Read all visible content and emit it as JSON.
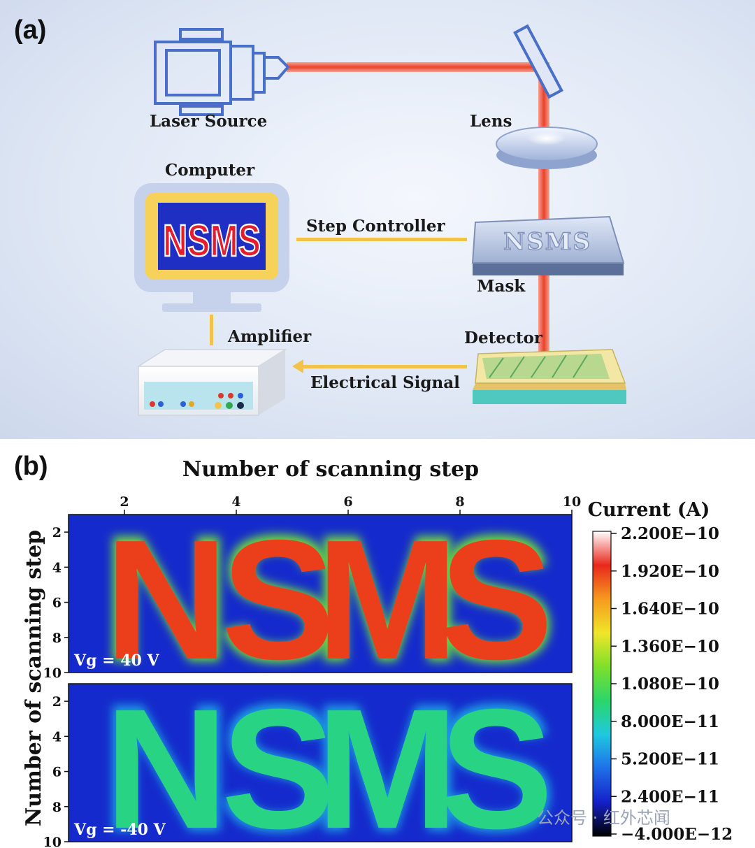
{
  "panel_a": {
    "label": "(a)",
    "labels": {
      "laser_source": "Laser Source",
      "lens": "Lens",
      "computer": "Computer",
      "step_controller": "Step Controller",
      "mask": "Mask",
      "amplifier": "Amplifier",
      "detector": "Detector",
      "electrical_signal": "Electrical Signal"
    },
    "screen_text": "NSMS",
    "mask_text": "NSMS",
    "colors": {
      "beam": "#e8432a",
      "link": "#f2c34a",
      "outline": "#4a6fc9",
      "screen_bg": "#1f2fc4",
      "screen_text": "#e31c2e"
    }
  },
  "panel_b": {
    "label": "(b)",
    "watermark": "公众号 · 红外芯闻"
  },
  "chart_data": {
    "type": "heatmap",
    "title": "Number of scanning step",
    "xlabel": "",
    "ylabel": "Number of scanning step",
    "x_ticks": [
      "2",
      "4",
      "6",
      "8",
      "10"
    ],
    "y_ticks": [
      "2",
      "4",
      "6",
      "8",
      "10"
    ],
    "xlim": [
      1,
      10
    ],
    "ylim": [
      1,
      10
    ],
    "colorbar": {
      "title": "Current (A)",
      "ticks": [
        "2.200E−10",
        "1.920E−10",
        "1.640E−10",
        "1.360E−10",
        "1.080E−10",
        "8.000E−11",
        "5.200E−11",
        "2.400E−11",
        "−4.000E−12"
      ],
      "min": -4e-12,
      "max": 2.2e-10,
      "colors": [
        "#000000",
        "#1420c8",
        "#1f6fe8",
        "#1fc8e0",
        "#2ad66a",
        "#7ee02a",
        "#f0e52a",
        "#f59a1e",
        "#e8281c",
        "#ffffff"
      ]
    },
    "panels": [
      {
        "annotation": "Vg = 40 V",
        "pattern": "NSMS",
        "letter_current": 1.9e-10,
        "background_current": 2.4e-11
      },
      {
        "annotation": "Vg = -40 V",
        "pattern": "NSMS",
        "letter_current": 9e-11,
        "background_current": 2.4e-11
      }
    ]
  }
}
